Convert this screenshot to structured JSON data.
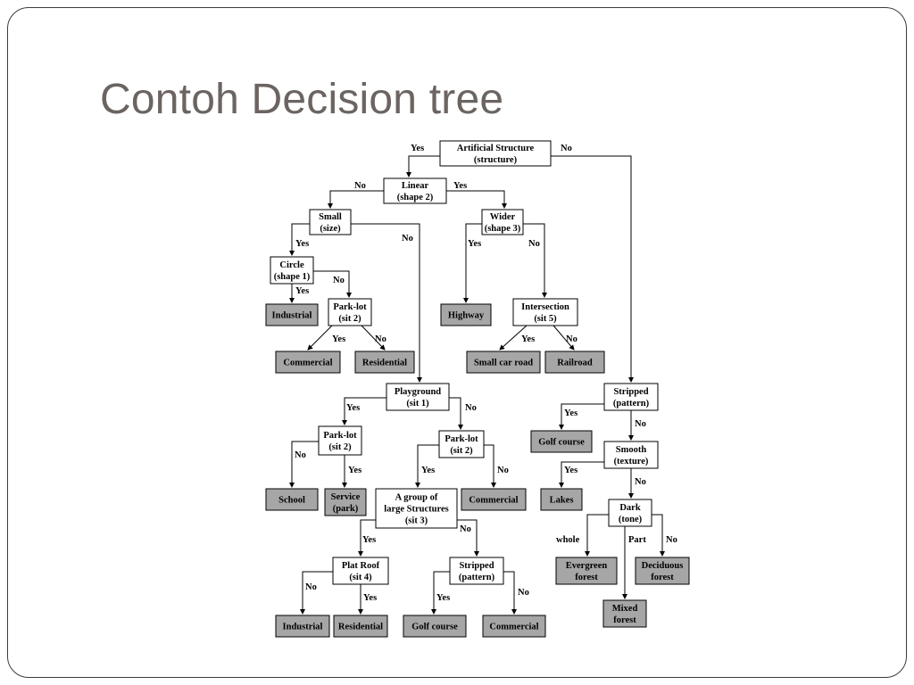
{
  "slide": {
    "title": "Contoh Decision tree"
  },
  "tree": {
    "nodes": [
      {
        "id": "artificial",
        "lines": [
          "Artificial Structure",
          "(structure)"
        ],
        "leaf": false
      },
      {
        "id": "linear",
        "lines": [
          "Linear",
          "(shape 2)"
        ],
        "leaf": false
      },
      {
        "id": "small",
        "lines": [
          "Small",
          "(size)"
        ],
        "leaf": false
      },
      {
        "id": "wider",
        "lines": [
          "Wider",
          "(shape 3)"
        ],
        "leaf": false
      },
      {
        "id": "circle",
        "lines": [
          "Circle",
          "(shape 1)"
        ],
        "leaf": false
      },
      {
        "id": "parklot1",
        "lines": [
          "Park-lot",
          "(sit 2)"
        ],
        "leaf": false
      },
      {
        "id": "intersection",
        "lines": [
          "Intersection",
          "(sit 5)"
        ],
        "leaf": false
      },
      {
        "id": "playground",
        "lines": [
          "Playground",
          "(sit 1)"
        ],
        "leaf": false
      },
      {
        "id": "stripped1",
        "lines": [
          "Stripped",
          "(pattern)"
        ],
        "leaf": false
      },
      {
        "id": "parklot2",
        "lines": [
          "Park-lot",
          "(sit 2)"
        ],
        "leaf": false
      },
      {
        "id": "parklot3",
        "lines": [
          "Park-lot",
          "(sit 2)"
        ],
        "leaf": false
      },
      {
        "id": "smooth",
        "lines": [
          "Smooth",
          "(texture)"
        ],
        "leaf": false
      },
      {
        "id": "group",
        "lines": [
          "A group of",
          "large Structures",
          "(sit 3)"
        ],
        "leaf": false
      },
      {
        "id": "dark",
        "lines": [
          "Dark",
          "(tone)"
        ],
        "leaf": false
      },
      {
        "id": "platroof",
        "lines": [
          "Plat Roof",
          "(sit 4)"
        ],
        "leaf": false
      },
      {
        "id": "stripped2",
        "lines": [
          "Stripped",
          "(pattern)"
        ],
        "leaf": false
      },
      {
        "id": "industrial1",
        "lines": [
          "Industrial"
        ],
        "leaf": true
      },
      {
        "id": "highway",
        "lines": [
          "Highway"
        ],
        "leaf": true
      },
      {
        "id": "commercial1",
        "lines": [
          "Commercial"
        ],
        "leaf": true
      },
      {
        "id": "residential1",
        "lines": [
          "Residential"
        ],
        "leaf": true
      },
      {
        "id": "smallcarroad",
        "lines": [
          "Small car road"
        ],
        "leaf": true
      },
      {
        "id": "railroad",
        "lines": [
          "Railroad"
        ],
        "leaf": true
      },
      {
        "id": "golfcourse1",
        "lines": [
          "Golf course"
        ],
        "leaf": true
      },
      {
        "id": "school",
        "lines": [
          "School"
        ],
        "leaf": true
      },
      {
        "id": "service",
        "lines": [
          "Service",
          "(park)"
        ],
        "leaf": true
      },
      {
        "id": "commercial2",
        "lines": [
          "Commercial"
        ],
        "leaf": true
      },
      {
        "id": "lakes",
        "lines": [
          "Lakes"
        ],
        "leaf": true
      },
      {
        "id": "evergreen",
        "lines": [
          "Evergreen",
          "forest"
        ],
        "leaf": true
      },
      {
        "id": "deciduous",
        "lines": [
          "Deciduous",
          "forest"
        ],
        "leaf": true
      },
      {
        "id": "mixed",
        "lines": [
          "Mixed",
          "forest"
        ],
        "leaf": true
      },
      {
        "id": "industrial2",
        "lines": [
          "Industrial"
        ],
        "leaf": true
      },
      {
        "id": "residential2",
        "lines": [
          "Residential"
        ],
        "leaf": true
      },
      {
        "id": "golfcourse2",
        "lines": [
          "Golf course"
        ],
        "leaf": true
      },
      {
        "id": "commercial3",
        "lines": [
          "Commercial"
        ],
        "leaf": true
      }
    ],
    "edges": [
      {
        "from": "artificial",
        "to": "linear",
        "label": "Yes"
      },
      {
        "from": "artificial",
        "to": "stripped1",
        "label": "No"
      },
      {
        "from": "linear",
        "to": "small",
        "label": "No"
      },
      {
        "from": "linear",
        "to": "wider",
        "label": "Yes"
      },
      {
        "from": "small",
        "to": "circle",
        "label": "Yes"
      },
      {
        "from": "small",
        "to": "playground",
        "label": "No"
      },
      {
        "from": "circle",
        "to": "industrial1",
        "label": "Yes"
      },
      {
        "from": "circle",
        "to": "parklot1",
        "label": "No"
      },
      {
        "from": "parklot1",
        "to": "commercial1",
        "label": "Yes"
      },
      {
        "from": "parklot1",
        "to": "residential1",
        "label": "No"
      },
      {
        "from": "wider",
        "to": "highway",
        "label": "Yes"
      },
      {
        "from": "wider",
        "to": "intersection",
        "label": "No"
      },
      {
        "from": "intersection",
        "to": "smallcarroad",
        "label": "Yes"
      },
      {
        "from": "intersection",
        "to": "railroad",
        "label": "No"
      },
      {
        "from": "playground",
        "to": "parklot2",
        "label": "Yes"
      },
      {
        "from": "playground",
        "to": "parklot3",
        "label": "No"
      },
      {
        "from": "parklot2",
        "to": "school",
        "label": "No"
      },
      {
        "from": "parklot2",
        "to": "service",
        "label": "Yes"
      },
      {
        "from": "parklot3",
        "to": "group",
        "label": "Yes"
      },
      {
        "from": "parklot3",
        "to": "commercial2",
        "label": "No"
      },
      {
        "from": "group",
        "to": "platroof",
        "label": "Yes"
      },
      {
        "from": "group",
        "to": "stripped2",
        "label": "No"
      },
      {
        "from": "platroof",
        "to": "industrial2",
        "label": "No"
      },
      {
        "from": "platroof",
        "to": "residential2",
        "label": "Yes"
      },
      {
        "from": "stripped2",
        "to": "golfcourse2",
        "label": "Yes"
      },
      {
        "from": "stripped2",
        "to": "commercial3",
        "label": "No"
      },
      {
        "from": "stripped1",
        "to": "golfcourse1",
        "label": "Yes"
      },
      {
        "from": "stripped1",
        "to": "smooth",
        "label": "No"
      },
      {
        "from": "smooth",
        "to": "lakes",
        "label": "Yes"
      },
      {
        "from": "smooth",
        "to": "dark",
        "label": "No"
      },
      {
        "from": "dark",
        "to": "evergreen",
        "label": "whole"
      },
      {
        "from": "dark",
        "to": "mixed",
        "label": "Part"
      },
      {
        "from": "dark",
        "to": "deciduous",
        "label": "No"
      }
    ]
  },
  "colors": {
    "title": "#6b6461",
    "leaf_fill": "#a6a6a6",
    "frame": "#3c3c3c"
  }
}
